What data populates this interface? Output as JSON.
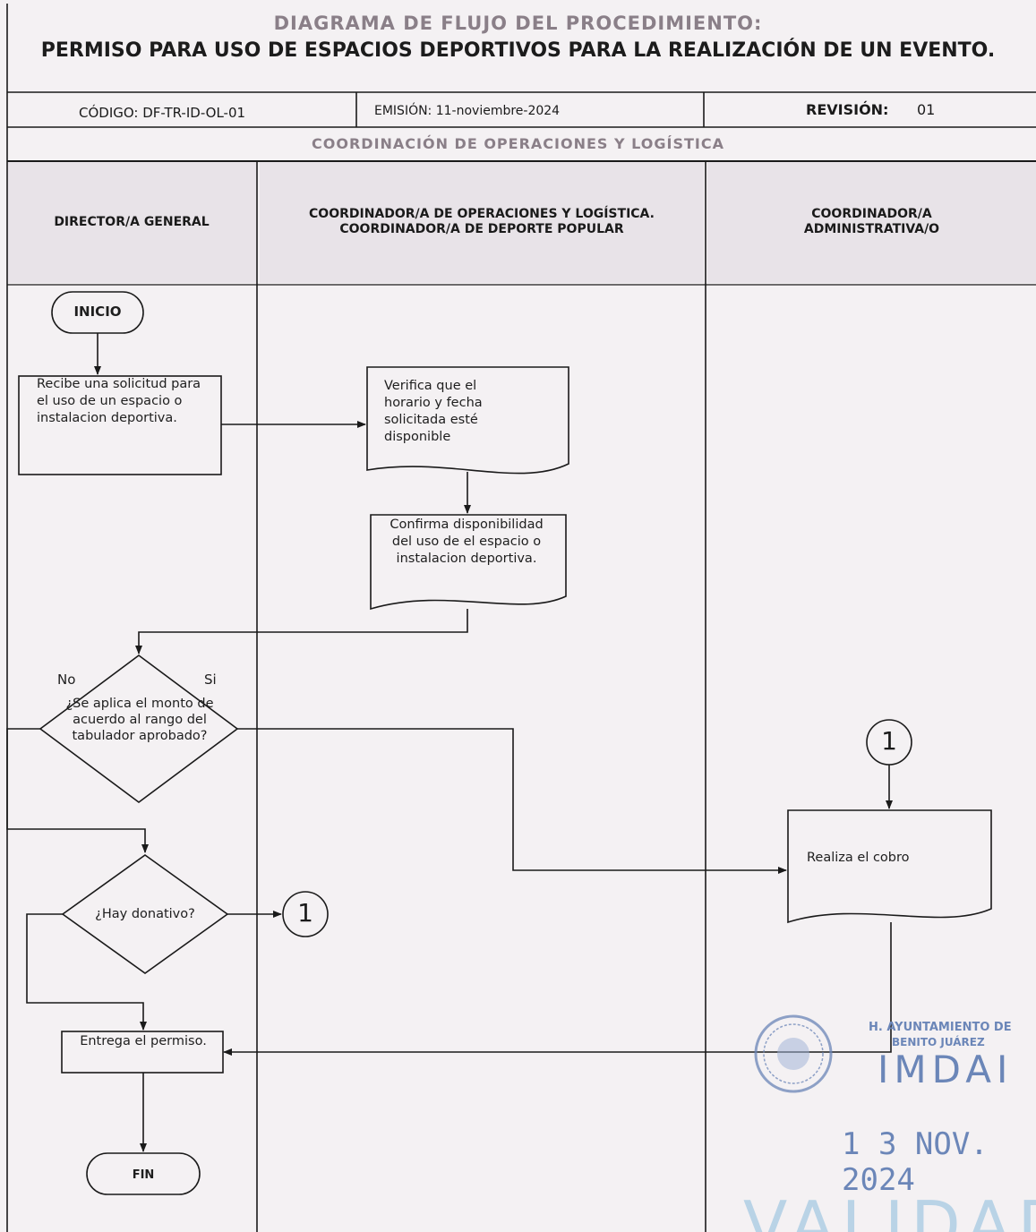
{
  "header": {
    "title_line1": "DIAGRAMA DE FLUJO DEL PROCEDIMIENTO:",
    "title_line2": "PERMISO PARA USO DE ESPACIOS DEPORTIVOS PARA LA REALIZACIÓN DE UN EVENTO.",
    "code": "CÓDIGO: DF-TR-ID-OL-01",
    "emission": "EMISIÓN: 11-noviembre-2024",
    "revision_label": "REVISIÓN:",
    "revision_value": "01",
    "department": "COORDINACIÓN  DE  OPERACIONES  Y LOGÍSTICA"
  },
  "lanes": [
    "DIRECTOR/A GENERAL",
    "COORDINADOR/A DE OPERACIONES Y LOGÍSTICA. COORDINADOR/A DE DEPORTE POPULAR",
    "COORDINADOR/A ADMINISTRATIVA/O"
  ],
  "nodes": {
    "start": "INICIO",
    "receive": "Recibe una solicitud para  el uso de un espacio o instalacion deportiva.",
    "verify": "Verifica que el horario y fecha solicitada esté disponible",
    "confirm": "Confirma disponibilidad del uso de el espacio o instalacion deportiva.",
    "decision1": "¿Se aplica el monto de acuerdo al rango del tabulador aprobado?",
    "decision1_no": "No",
    "decision1_yes": "Si",
    "decision2": "¿Hay donativo?",
    "connector": "1",
    "charge": "Realiza el cobro",
    "deliver": "Entrega el permiso.",
    "end": "FIN"
  },
  "stamp": {
    "line1": "H. AYUNTAMIENTO DE",
    "line2": "BENITO JUÁREZ",
    "org": "IMDAI",
    "date": "1 3  NOV.  2024",
    "validated": "VALIDAD"
  },
  "colors": {
    "line": "#1a1a1a",
    "title_gray": "#8a7f88",
    "stamp_blue": "#6b86b8",
    "lane_header_bg": "#e8e3e8"
  }
}
